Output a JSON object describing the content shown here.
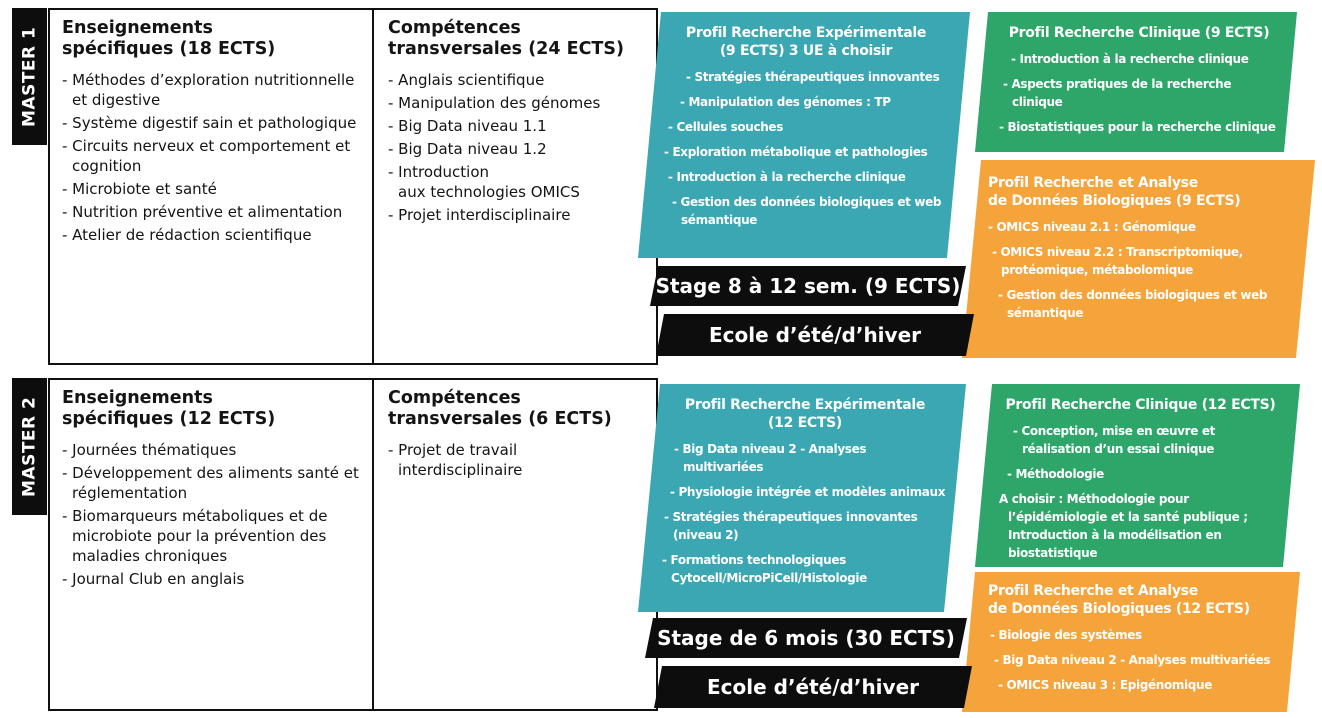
{
  "colors": {
    "teal": "#3BA7B2",
    "green": "#2EA569",
    "orange": "#F5A43B",
    "black": "#0D0D0D"
  },
  "masters": [
    {
      "tab": "MASTER 1",
      "specific": {
        "title": "Enseignements\nspécifiques (18 ECTS)",
        "items": [
          "- Méthodes d’exploration nutritionnelle et digestive",
          "- Système digestif sain et pathologique",
          "- Circuits nerveux et comportement et cognition",
          "- Microbiote et santé",
          "- Nutrition préventive et alimentation",
          "- Atelier de rédaction scientifique"
        ]
      },
      "transversal": {
        "title": "Compétences\ntransversales (24 ECTS)",
        "items": [
          "- Anglais scientifique",
          "- Manipulation des génomes",
          "- Big Data niveau 1.1",
          "- Big Data niveau 1.2",
          "- Introduction\naux technologies OMICS",
          "- Projet interdisciplinaire"
        ]
      },
      "experimental": {
        "title": "Profil Recherche Expérimentale\n(9 ECTS) 3 UE à choisir",
        "items": [
          "- Stratégies thérapeutiques innovantes",
          "- Manipulation des génomes : TP",
          "- Cellules souches",
          "- Exploration métabolique et pathologies",
          "- Introduction à la recherche clinique",
          "- Gestion des données biologiques et web sémantique"
        ]
      },
      "clinical": {
        "title": "Profil Recherche Clinique (9 ECTS)",
        "items": [
          "- Introduction à la recherche clinique",
          "- Aspects pratiques de la recherche clinique",
          "- Biostatistiques pour la recherche clinique"
        ]
      },
      "biodata": {
        "title": "Profil Recherche et Analyse\nde Données Biologiques (9 ECTS)",
        "items": [
          "- OMICS niveau 2.1 : Génomique",
          "- OMICS niveau 2.2 : Transcriptomique, protéomique, métabolomique",
          "- Gestion des données biologiques et web sémantique"
        ]
      },
      "stage_banner": "Stage 8 à 12 sem. (9 ECTS)",
      "school_banner": "Ecole d’été/d’hiver"
    },
    {
      "tab": "MASTER 2",
      "specific": {
        "title": "Enseignements\nspécifiques (12 ECTS)",
        "items": [
          "- Journées thématiques",
          "- Développement des aliments santé et réglementation",
          "- Biomarqueurs métaboliques et de microbiote pour la prévention des maladies chroniques",
          "- Journal Club en anglais"
        ]
      },
      "transversal": {
        "title": "Compétences\ntransversales (6 ECTS)",
        "items": [
          "- Projet de travail interdisciplinaire"
        ]
      },
      "experimental": {
        "title": "Profil Recherche Expérimentale\n(12 ECTS)",
        "items": [
          "- Big Data niveau 2 - Analyses multivariées",
          "- Physiologie intégrée et modèles animaux",
          "- Stratégies thérapeutiques innovantes (niveau 2)",
          "- Formations technologiques Cytocell/MicroPiCell/Histologie"
        ]
      },
      "clinical": {
        "title": "Profil Recherche Clinique (12 ECTS)",
        "items": [
          "- Conception, mise en œuvre et réalisation d’un essai clinique",
          "- Méthodologie",
          "A choisir : Méthodologie pour l’épidémiologie et la santé publique ; Introduction à la modélisation en biostatistique"
        ]
      },
      "biodata": {
        "title": "Profil Recherche et Analyse\nde Données Biologiques (12 ECTS)",
        "items": [
          "- Biologie des systèmes",
          "- Big Data niveau 2 - Analyses multivariées",
          "- OMICS niveau 3 : Epigénomique"
        ]
      },
      "stage_banner": "Stage de 6 mois (30 ECTS)",
      "school_banner": "Ecole d’été/d’hiver"
    }
  ]
}
